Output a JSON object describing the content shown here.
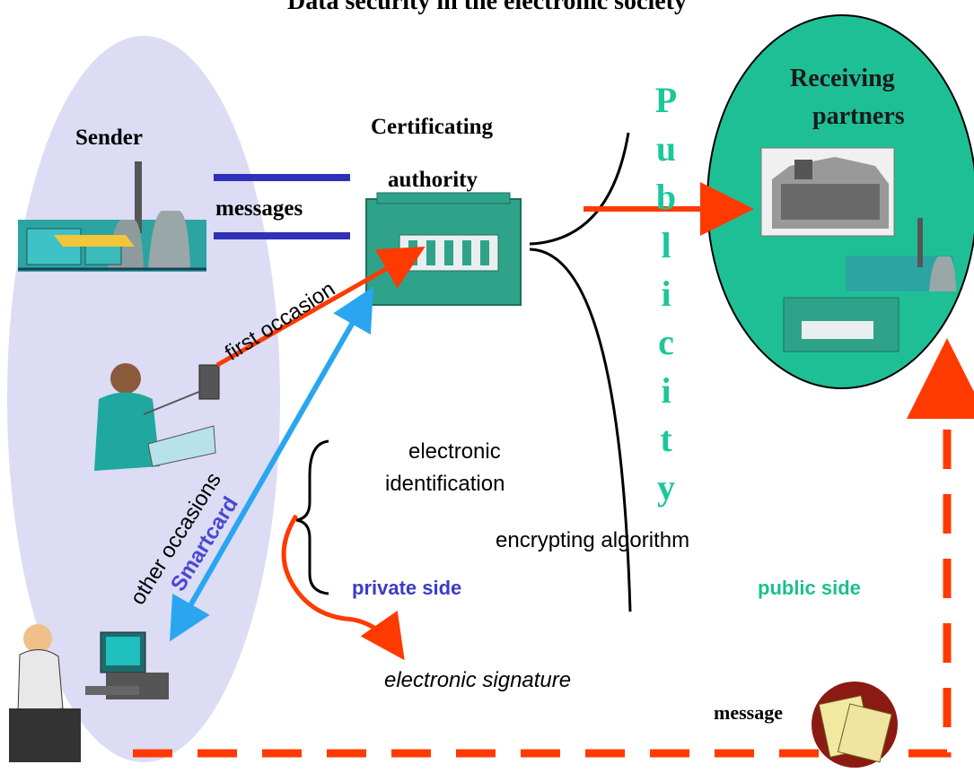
{
  "title": "Data security in the electronic society",
  "sender_label": "Sender",
  "ca_label_line1": "Certificating",
  "ca_label_line2": "authority",
  "receivers_line1": "Receiving",
  "receivers_line2": "partners",
  "messages_label": "messages",
  "first_occasion_label": "first occasion",
  "other_occasions_label": "other occasions",
  "smartcard_label": "Smartcard",
  "publicity_letters": [
    "P",
    "u",
    "b",
    "l",
    "i",
    "c",
    "i",
    "t",
    "y"
  ],
  "electronic_identification_line1": "electronic",
  "electronic_identification_line2": "identification",
  "encrypting_algorithm_label": "encrypting algorithm",
  "private_side_label": "private side",
  "public_side_label": "public side",
  "electronic_signature_label": "electronic signature",
  "message_label": "message",
  "colors": {
    "sender_ellipse": "#dcdcf5",
    "receivers_ellipse": "#1fbf96",
    "building": "#2fa38a",
    "red_arrow": "#ff3a00",
    "blue_arrow": "#2aa6f0",
    "message_lines": "#3030b8",
    "publicity_text": "#1bc79b",
    "private_side": "#3b3bc8",
    "public_side": "#1bbf8f"
  }
}
